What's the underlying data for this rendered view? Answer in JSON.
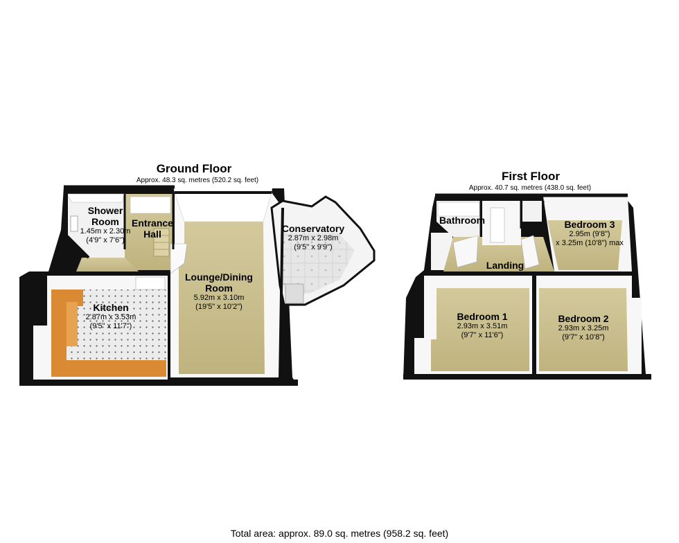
{
  "ground_floor": {
    "title": "Ground Floor",
    "area": "Approx. 48.3 sq. metres (520.2 sq. feet)",
    "rooms": {
      "shower_room": {
        "name_line1": "Shower",
        "name_line2": "Room",
        "dim_metric": "1.45m x 2.30m",
        "dim_imperial": "(4'9\" x 7'6\")"
      },
      "entrance_hall": {
        "name_line1": "Entrance",
        "name_line2": "Hall"
      },
      "kitchen": {
        "name": "Kitchen",
        "dim_metric": "2.87m x 3.53m",
        "dim_imperial": "(9'5\" x 11'7\")"
      },
      "lounge": {
        "name_line1": "Lounge/Dining",
        "name_line2": "Room",
        "dim_metric": "5.92m x 3.10m",
        "dim_imperial": "(19'5\" x 10'2\")"
      },
      "conservatory": {
        "name": "Conservatory",
        "dim_metric": "2.87m x 2.98m",
        "dim_imperial": "(9'5\" x 9'9\")"
      }
    }
  },
  "first_floor": {
    "title": "First Floor",
    "area": "Approx. 40.7 sq. metres (438.0 sq. feet)",
    "rooms": {
      "bathroom": {
        "name": "Bathroom"
      },
      "landing": {
        "name": "Landing"
      },
      "bedroom3": {
        "name": "Bedroom 3",
        "dim_line1": "2.95m (9'8\")",
        "dim_line2": "x 3.25m (10'8\") max"
      },
      "bedroom1": {
        "name": "Bedroom 1",
        "dim_metric": "2.93m x 3.51m",
        "dim_imperial": "(9'7\" x 11'6\")"
      },
      "bedroom2": {
        "name": "Bedroom 2",
        "dim_metric": "2.93m x 3.25m",
        "dim_imperial": "(9'7\" x 10'8\")"
      }
    }
  },
  "total_area": "Total area: approx. 89.0 sq. metres (958.2 sq. feet)",
  "colors": {
    "wall": "#111111",
    "wall_inner": "#f4f4f4",
    "carpet": "#c8bd8c",
    "kitchen_floor": "#e9e9e9",
    "worktop": "#d9882f",
    "tile": "#e4e4e4"
  }
}
